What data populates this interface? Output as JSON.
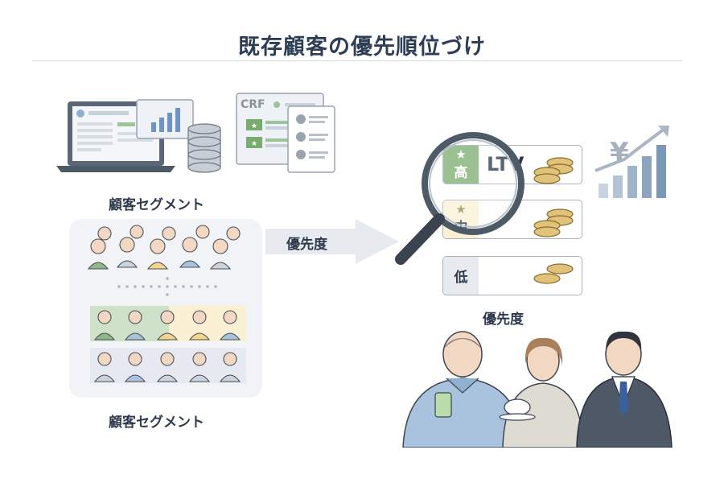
{
  "title": "既存顧客の優先順位づけ",
  "crf_label": "CRF",
  "segment_label_top": "顧客セグメント",
  "segment_label_bottom": "顧客セグメント",
  "arrow_label": "優先度",
  "priority_label": "優先度",
  "priority_rows": [
    {
      "level": "高",
      "star": "★",
      "text": "LTV",
      "color": "#7aab6e"
    },
    {
      "level": "中",
      "star": "★",
      "text": "",
      "color": "#faf0d4"
    },
    {
      "level": "低",
      "star": "",
      "text": "",
      "color": "#e7ebf0"
    }
  ],
  "yen_symbol": "¥"
}
